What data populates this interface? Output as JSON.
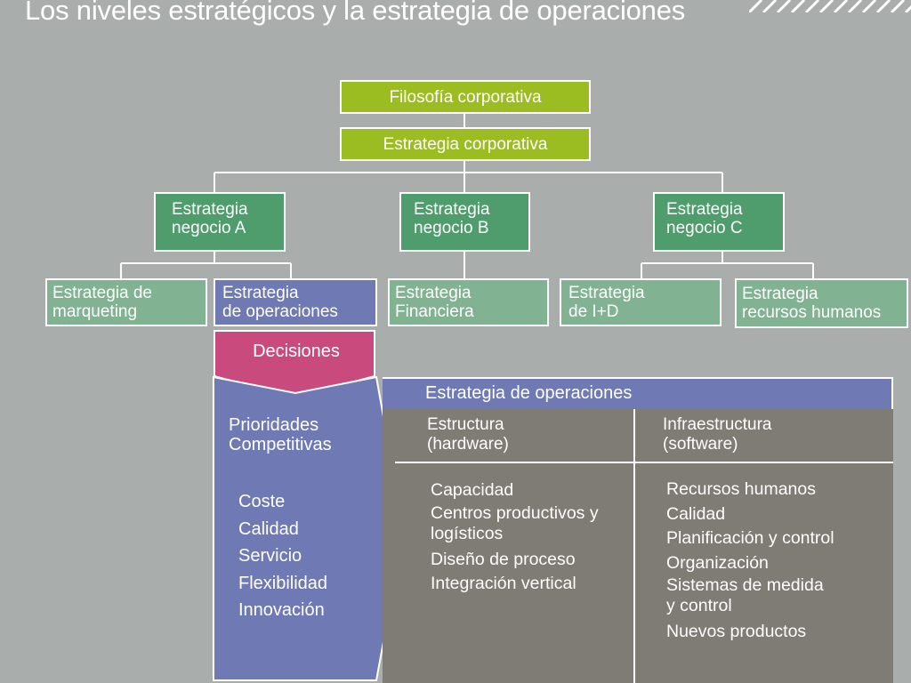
{
  "title": "Los niveles estratégicos y la estrategia de operaciones",
  "top": {
    "filosofia": "Filosofía corporativa",
    "corporativa": "Estrategia corporativa"
  },
  "negocios": [
    {
      "line1": "Estrategia",
      "line2": "negocio A"
    },
    {
      "line1": "Estrategia",
      "line2": "negocio B"
    },
    {
      "line1": "Estrategia",
      "line2": "negocio C"
    }
  ],
  "funcionales": [
    {
      "line1": "Estrategia de",
      "line2": "marqueting"
    },
    {
      "line1": "Estrategia",
      "line2": "de operaciones"
    },
    {
      "line1": "Estrategia",
      "line2": "Financiera"
    },
    {
      "line1": "Estrategia",
      "line2": "de I+D"
    },
    {
      "line1": "Estrategia",
      "line2": "recursos humanos"
    }
  ],
  "decisiones": "Decisiones",
  "prioridades": {
    "line1": "Prioridades",
    "line2": "Competitivas",
    "items": [
      "Coste",
      "Calidad",
      "Servicio",
      "Flexibilidad",
      "Innovación"
    ]
  },
  "operaciones": {
    "header": "Estrategia de operaciones",
    "estructura": {
      "line1": "Estructura",
      "line2": "(hardware)",
      "items": [
        "Capacidad",
        "Centros productivos y",
        "logísticos",
        "Diseño de proceso",
        "Integración vertical"
      ]
    },
    "infraestructura": {
      "line1": "Infraestructura",
      "line2": "(software)",
      "items": [
        "Recursos humanos",
        "Calidad",
        "Planificación y control",
        "Organización",
        "Sistemas de medida",
        "y control",
        "Nuevos productos"
      ]
    }
  },
  "colors": {
    "background": "#a9aeac",
    "lime": "#9cbd22",
    "dark_green": "#4f9c6d",
    "light_green": "#81b292",
    "blue": "#6f79b3",
    "magenta": "#c94a7c",
    "gray": "#7f7b75"
  }
}
